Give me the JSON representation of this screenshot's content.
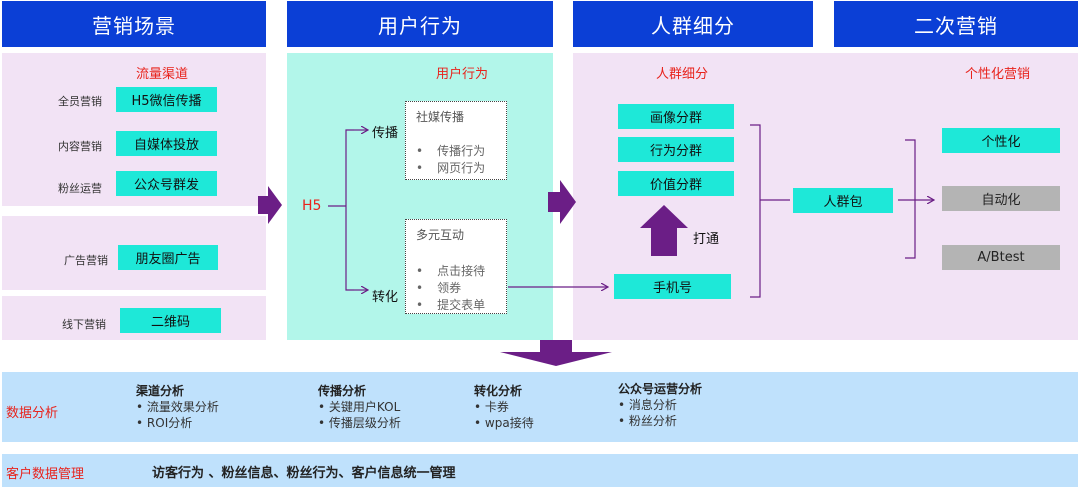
{
  "headers": [
    "营销场景",
    "用户行为",
    "人群细分",
    "二次营销"
  ],
  "scenario": {
    "subtitle": "流量渠道",
    "rows": [
      {
        "label": "全员营销",
        "value": "H5微信传播"
      },
      {
        "label": "内容营销",
        "value": "自媒体投放"
      },
      {
        "label": "粉丝运营",
        "value": "公众号群发"
      },
      {
        "label": "广告营销",
        "value": "朋友圈广告"
      },
      {
        "label": "线下营销",
        "value": "二维码"
      }
    ]
  },
  "behavior": {
    "subtitle": "用户行为",
    "source": "H5",
    "branch_spread": "传播",
    "branch_convert": "转化",
    "social": {
      "title": "社媒传播",
      "items": [
        "传播行为",
        "网页行为"
      ]
    },
    "interact": {
      "title": "多元互动",
      "items": [
        "点击接待",
        "领券",
        "提交表单"
      ]
    }
  },
  "segment": {
    "subtitle": "人群细分",
    "boxes": [
      "画像分群",
      "行为分群",
      "价值分群"
    ],
    "connect_label": "打通",
    "phone": "手机号",
    "crowd_pack": "人群包"
  },
  "remarketing": {
    "subtitle": "个性化营销",
    "items": [
      {
        "label": "个性化",
        "color": "#1ee8d8"
      },
      {
        "label": "自动化",
        "color": "#b4b4b4"
      },
      {
        "label": "A/Btest",
        "color": "#b4b4b4"
      }
    ]
  },
  "analysis": {
    "label": "数据分析",
    "columns": [
      {
        "title": "渠道分析",
        "items": [
          "流量效果分析",
          "ROI分析"
        ]
      },
      {
        "title": "传播分析",
        "items": [
          "关键用户KOL",
          "传播层级分析"
        ]
      },
      {
        "title": "转化分析",
        "items": [
          "卡券",
          "wpa接待"
        ]
      },
      {
        "title": "公众号运营分析",
        "items": [
          "消息分析",
          "粉丝分析"
        ]
      }
    ]
  },
  "customer_data": {
    "label": "客户数据管理",
    "text": "访客行为 、粉丝信息、粉丝行为、客户信息统一管理"
  },
  "colors": {
    "header": "#0b3fd6",
    "arrow": "#6b1e86",
    "teal": "#1ee8d8",
    "accent_red": "#e8231c"
  }
}
